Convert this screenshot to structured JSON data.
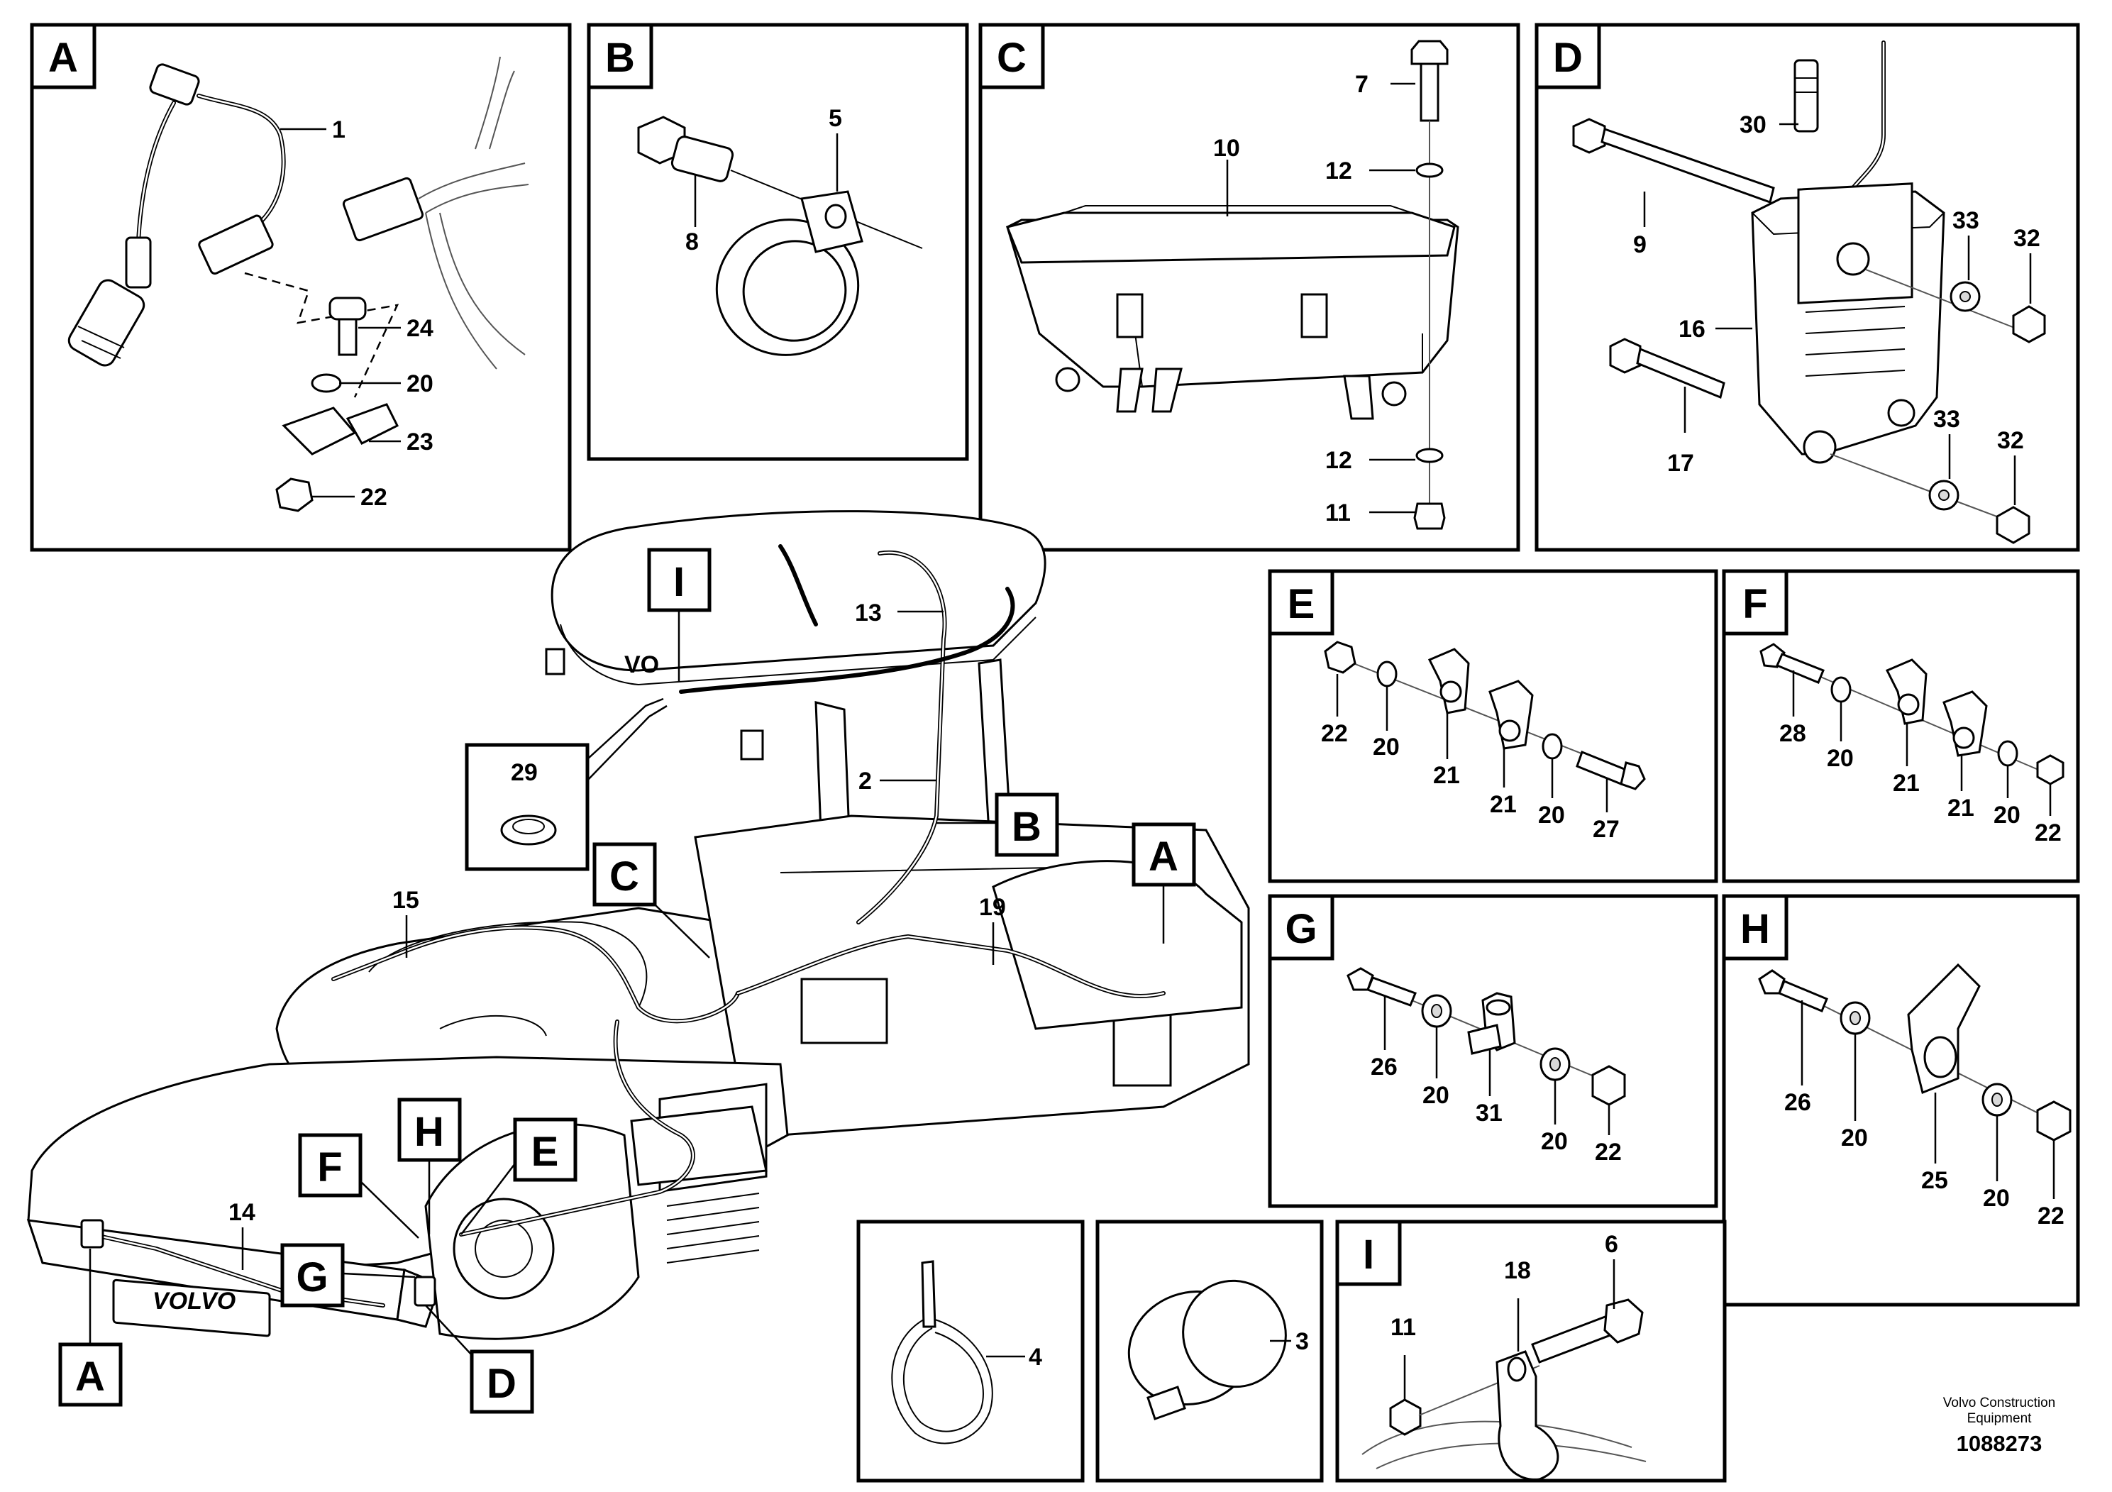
{
  "labels": {
    "a": "A",
    "b": "B",
    "c": "C",
    "d": "D",
    "e": "E",
    "f": "F",
    "g": "G",
    "h": "H",
    "i": "I"
  },
  "callouts": {
    "n1": "1",
    "n2": "2",
    "n3": "3",
    "n4": "4",
    "n5": "5",
    "n6": "6",
    "n7": "7",
    "n8": "8",
    "n9": "9",
    "n10": "10",
    "n11": "11",
    "n12": "12",
    "n13": "13",
    "n14": "14",
    "n15": "15",
    "n16": "16",
    "n17": "17",
    "n18": "18",
    "n19": "19",
    "n20": "20",
    "n21": "21",
    "n22": "22",
    "n23": "23",
    "n24": "24",
    "n25": "25",
    "n26": "26",
    "n27": "27",
    "n28": "28",
    "n29": "29",
    "n30": "30",
    "n31": "31",
    "n32": "32",
    "n33": "33"
  },
  "branding": {
    "grille_text": "VOLVO",
    "canopy_text": "VO"
  },
  "footer": {
    "line1": "Volvo Construction",
    "line2": "Equipment",
    "doc_number": "1088273"
  }
}
